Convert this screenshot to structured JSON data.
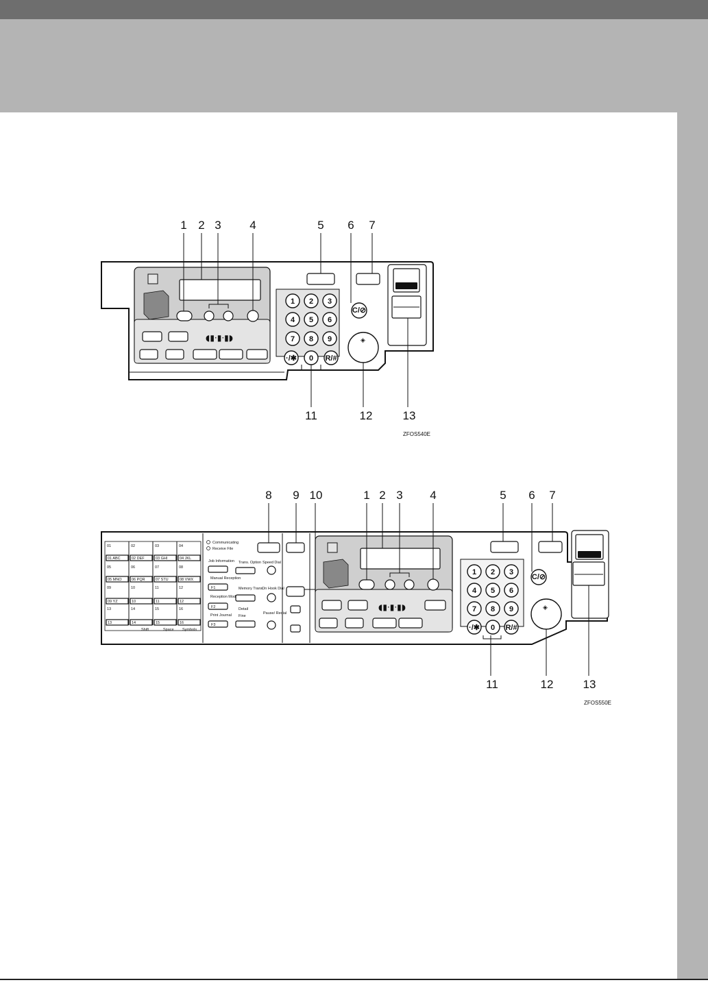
{
  "figure_1": {
    "code": "ZFOS540E",
    "callouts": [
      "1",
      "2",
      "3",
      "4",
      "5",
      "6",
      "7",
      "11",
      "12",
      "13"
    ],
    "keypad": [
      "1",
      "2",
      "3",
      "4",
      "5",
      "6",
      "7",
      "8",
      "9",
      "·/✱",
      "0",
      "R/#"
    ],
    "clear_stop_label": "C/⊘"
  },
  "figure_2": {
    "code": "ZFOS550E",
    "callouts": [
      "8",
      "9",
      "10",
      "1",
      "2",
      "3",
      "4",
      "5",
      "6",
      "7",
      "11",
      "12",
      "13"
    ],
    "keypad": [
      "1",
      "2",
      "3",
      "4",
      "5",
      "6",
      "7",
      "8",
      "9",
      "·/✱",
      "0",
      "R/#"
    ],
    "clear_stop_label": "C/⊘",
    "quick_dial": {
      "rows": [
        [
          "01",
          "02",
          "03",
          "04"
        ],
        [
          "01 ABC",
          "02 DEF",
          "03 GHI",
          "04 JKL"
        ],
        [
          "05",
          "06",
          "07",
          "08"
        ],
        [
          "05 MNO",
          "06 PQR",
          "07 STU",
          "08 VWX"
        ],
        [
          "09",
          "10",
          "11",
          "12"
        ],
        [
          "09 YZ",
          "10",
          "11",
          "12"
        ],
        [
          "13",
          "14",
          "15",
          "16"
        ],
        [
          "13",
          "14",
          "15",
          "16"
        ]
      ],
      "bottom_labels": [
        "Shift",
        "Space",
        "Symbols"
      ]
    },
    "indicators": {
      "communicating": "Communicating",
      "receive_file": "Receive File"
    },
    "function_keys": [
      {
        "label": "Job Information",
        "key": ""
      },
      {
        "label": "Manual Reception",
        "key": "F1"
      },
      {
        "label": "Reception Mode",
        "key": "F2"
      },
      {
        "label": "Print Journal",
        "key": "F3"
      }
    ],
    "mid_keys": {
      "trans_option": "Trans. Option",
      "memory_trans": "Memory Trans.",
      "detail": "Detail",
      "fine": "Fine",
      "speed_dial": "Speed Dial",
      "on_hook_dial": "On Hook Dial",
      "pause_redial": "Pause/ Redial"
    }
  }
}
